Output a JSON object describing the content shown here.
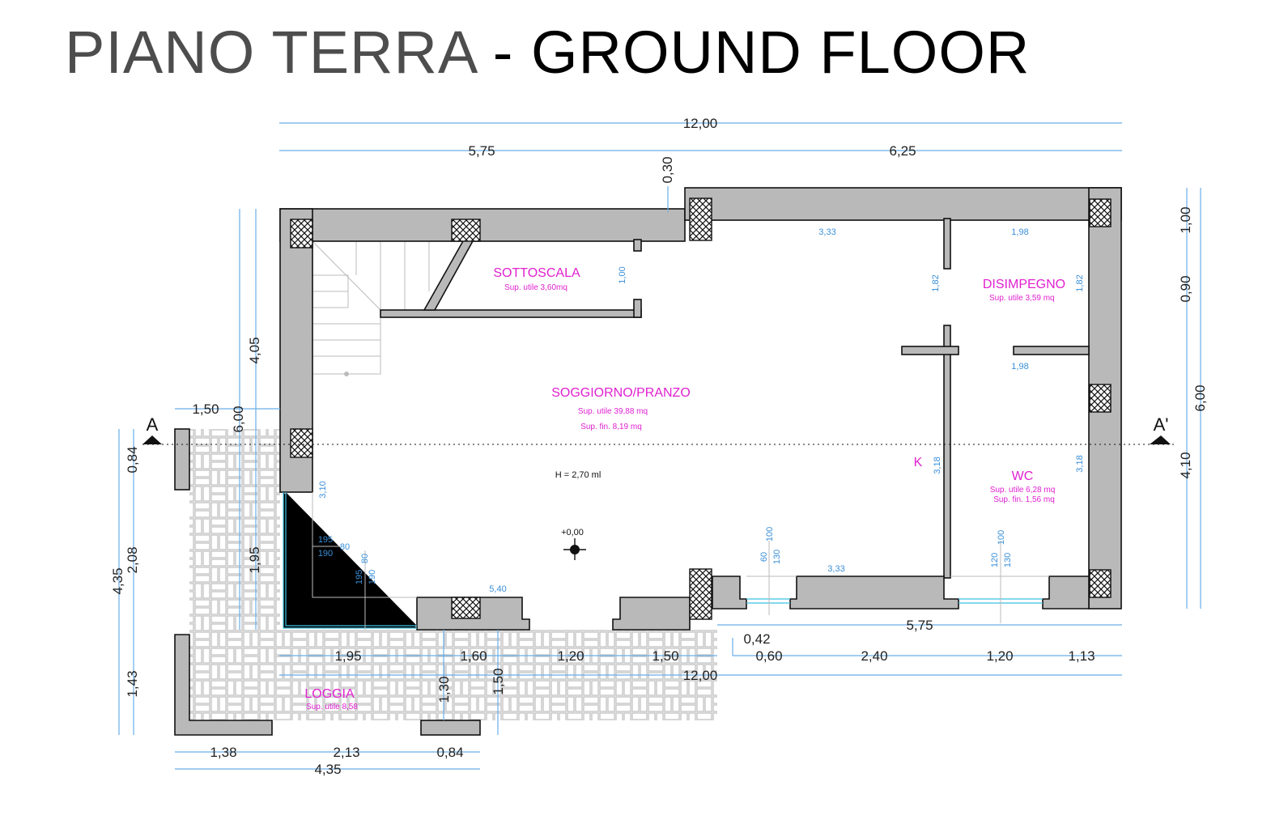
{
  "title": {
    "italian": "PIANO TERRA",
    "english": "- GROUND FLOOR"
  },
  "section_marks": {
    "left": "A",
    "right": "A'"
  },
  "rooms": [
    {
      "name": "SOTTOSCALA",
      "lines": [
        "Sup. utile 3,60mq"
      ]
    },
    {
      "name": "DISIMPEGNO",
      "lines": [
        "Sup. utile 3,59 mq"
      ]
    },
    {
      "name": "SOGGIORNO/PRANZO",
      "lines": [
        "Sup. utile 39,88 mq",
        "Sup. fin. 8,19 mq"
      ]
    },
    {
      "name": "WC",
      "lines": [
        "Sup. utile 6,28 mq",
        "Sup. fin. 1,56 mq"
      ]
    },
    {
      "name": "LOGGIA",
      "lines": [
        "Sup. utile 8,58"
      ]
    },
    {
      "name": "K",
      "lines": []
    }
  ],
  "annotations": {
    "height": "H = 2,70 ml",
    "level": "+0,00"
  },
  "dimensions": [
    "12,00",
    "5,75",
    "6,25",
    "0,30",
    "1,00",
    "0,90",
    "6,00",
    "4,10",
    "4,05",
    "6,00",
    "1,50",
    "1,95",
    "0,84",
    "2,08",
    "4,35",
    "1,43",
    "5,75",
    "0,42",
    "0,60",
    "2,40",
    "1,20",
    "1,13",
    "12,00",
    "1,95",
    "1,60",
    "1,20",
    "1,50",
    "1,30",
    "1,50",
    "1,38",
    "2,13",
    "0,84",
    "4,35"
  ],
  "interior_dimensions": [
    "3,33",
    "1,98",
    "1,98",
    "1,00",
    "1,82",
    "1,82",
    "3,18",
    "3,18",
    "3,10",
    "195",
    "190",
    "80",
    "195",
    "190",
    "80",
    "5,40",
    "100",
    "60",
    "130",
    "3,33",
    "100",
    "120",
    "130"
  ],
  "colors": {
    "wall": "#b9b9b9",
    "room_label": "#e020d0",
    "dimension_line": "#6aaee8",
    "interior_dimension": "#3a8fd8"
  }
}
